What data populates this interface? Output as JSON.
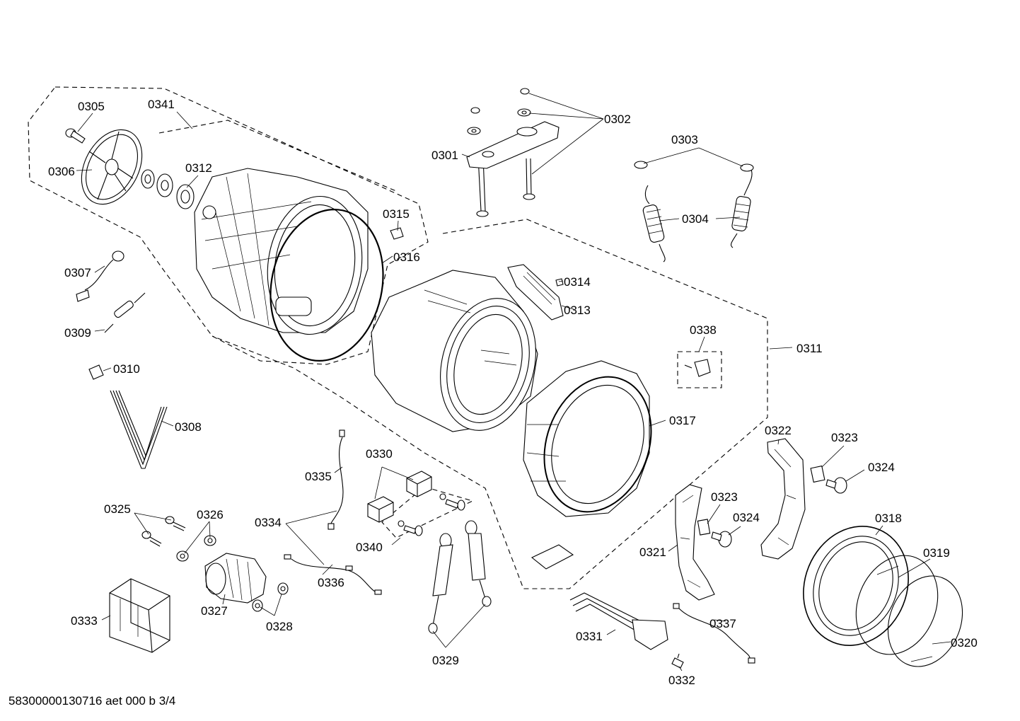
{
  "footer_text": "58300000130716 aet 000 b 3/4",
  "labels": {
    "p0301": "0301",
    "p0302": "0302",
    "p0303": "0303",
    "p0304": "0304",
    "p0305": "0305",
    "p0306": "0306",
    "p0307": "0307",
    "p0308": "0308",
    "p0309": "0309",
    "p0310": "0310",
    "p0311": "0311",
    "p0312": "0312",
    "p0313": "0313",
    "p0314": "0314",
    "p0315": "0315",
    "p0316": "0316",
    "p0317": "0317",
    "p0318": "0318",
    "p0319": "0319",
    "p0320": "0320",
    "p0321": "0321",
    "p0322": "0322",
    "p0323a": "0323",
    "p0323b": "0323",
    "p0324a": "0324",
    "p0324b": "0324",
    "p0325": "0325",
    "p0326": "0326",
    "p0327": "0327",
    "p0328": "0328",
    "p0329": "0329",
    "p0330": "0330",
    "p0331": "0331",
    "p0332": "0332",
    "p0333": "0333",
    "p0334": "0334",
    "p0335": "0335",
    "p0336": "0336",
    "p0337": "0337",
    "p0338": "0338",
    "p0340": "0340",
    "p0341": "0341"
  }
}
